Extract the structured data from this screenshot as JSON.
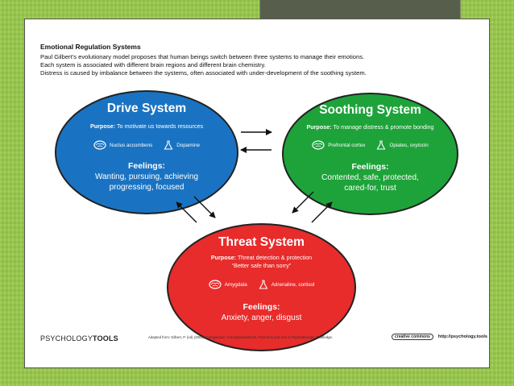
{
  "header": {
    "title": "Emotional Regulation Systems",
    "lines": [
      "Paul Gilbert’s evolutionary model proposes that human beings switch between three systems to manage their emotions.",
      "Each system is associated with different brain regions and different brain chemistry.",
      "Distress is caused by imbalance between the systems, often associated with under-development of the soothing system."
    ]
  },
  "systems": {
    "drive": {
      "title": "Drive System",
      "purpose_label": "Purpose:",
      "purpose": "To motivate us towards resources",
      "items": [
        "Nuclus accumbens",
        "Dopamine"
      ],
      "feelings_label": "Feelings:",
      "feelings": [
        "Wanting, pursuing, achieving",
        "progressing, focused"
      ],
      "color": "#1a73c2"
    },
    "soothing": {
      "title": "Soothing System",
      "purpose_label": "Purpose:",
      "purpose": "To manage distress & promote bonding",
      "items": [
        "Prefrontal cortex",
        "Opiates, oxytocin"
      ],
      "feelings_label": "Feelings:",
      "feelings": [
        "Contented, safe, protected,",
        "cared-for, trust"
      ],
      "color": "#1ea33a"
    },
    "threat": {
      "title": "Threat System",
      "purpose_label": "Purpose:",
      "purpose": "Threat detection & protection",
      "purpose2": "“Better safe than sorry”",
      "items": [
        "Amygdala",
        "Adrenaline, cortisol"
      ],
      "feelings_label": "Feelings:",
      "feelings": [
        "Anxiety, anger, disgust"
      ],
      "color": "#e82b2b"
    }
  },
  "footer": {
    "logo_a": "PSYCHOLOGY",
    "logo_b": "TOOLS",
    "citation": "Adapted from: Gilbert, P. (ed) (2005). Compassion: Conceptualisations, Research and Use in Psychotherapy. Routledge.",
    "cc_label": "creative commons",
    "url": "http://psychology.tools"
  }
}
